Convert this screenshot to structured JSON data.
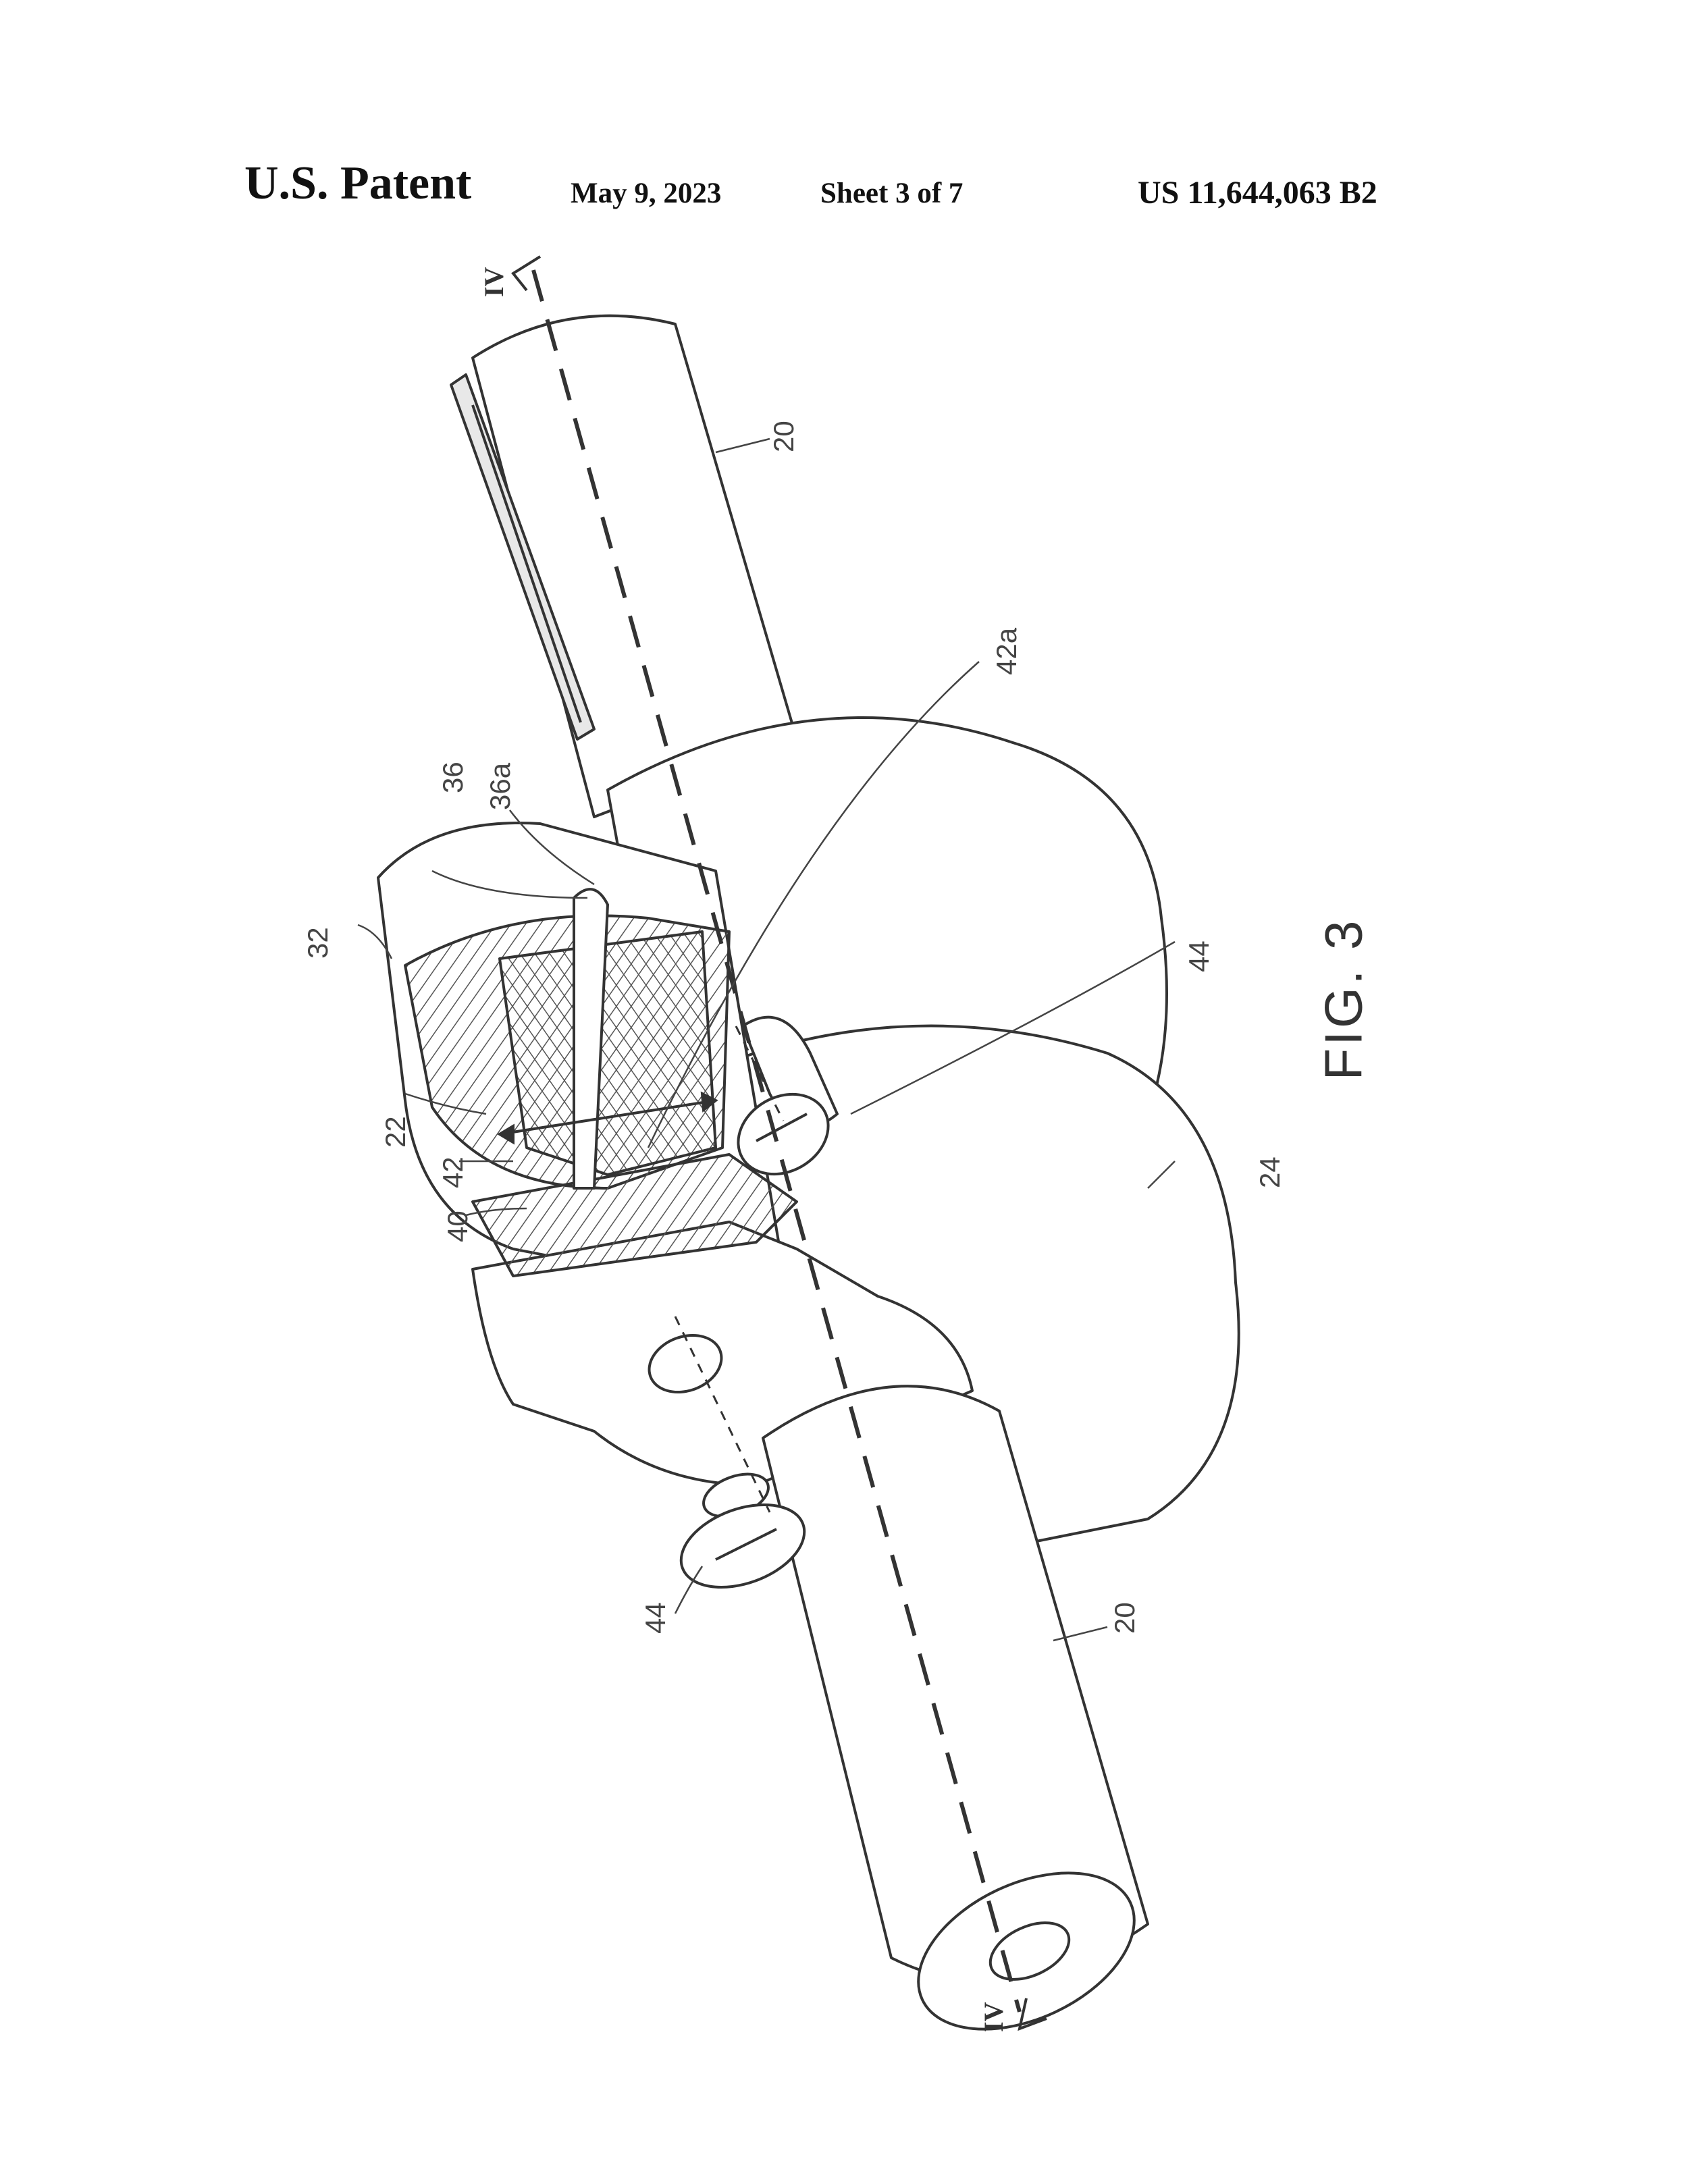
{
  "header": {
    "brand": "U.S. Patent",
    "date": "May 9, 2023",
    "sheet": "Sheet 3 of 7",
    "number": "US 11,644,063 B2"
  },
  "figure": {
    "label": "FIG. 3",
    "section_marks": [
      "IV",
      "IV"
    ],
    "reference_numerals": [
      "20",
      "20",
      "22",
      "24",
      "32",
      "36",
      "36a",
      "40",
      "42",
      "42a",
      "44",
      "44"
    ]
  }
}
